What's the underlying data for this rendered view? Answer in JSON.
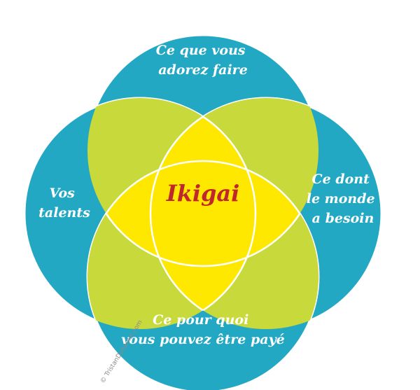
{
  "title": "Ikigai",
  "colors": {
    "outer": "#23a8c3",
    "lens": "#c8d93c",
    "center": "#ffe800",
    "stroke": "#ffffff",
    "title": "#c0272d"
  },
  "labels": {
    "top": [
      "Ce que vous",
      "adorez faire"
    ],
    "left": [
      "Vos",
      "talents"
    ],
    "right": [
      "Ce dont",
      "le monde",
      "a besoin"
    ],
    "bottom": [
      "Ce pour quoi",
      "vous pouvez être payé"
    ]
  },
  "credit": "© TristanDuhamel.com"
}
